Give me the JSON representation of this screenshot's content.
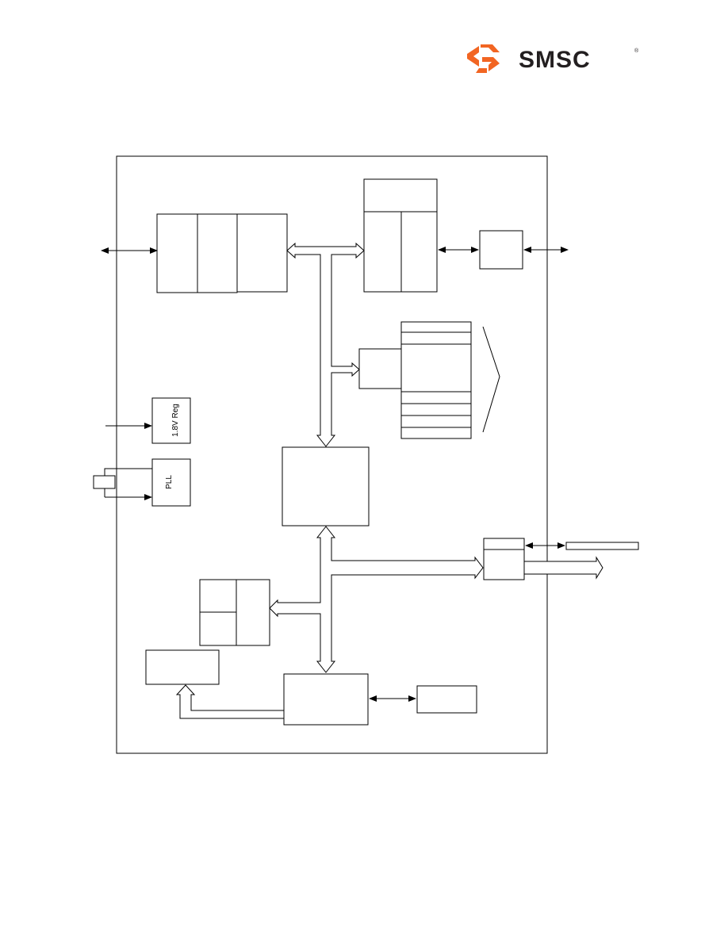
{
  "logo": {
    "text": "SMSC",
    "registered_mark": "®",
    "mark_color": "#f26522",
    "text_color": "#231f20"
  },
  "labels": {
    "regulator": "1.8V Reg",
    "pll": "PLL"
  }
}
